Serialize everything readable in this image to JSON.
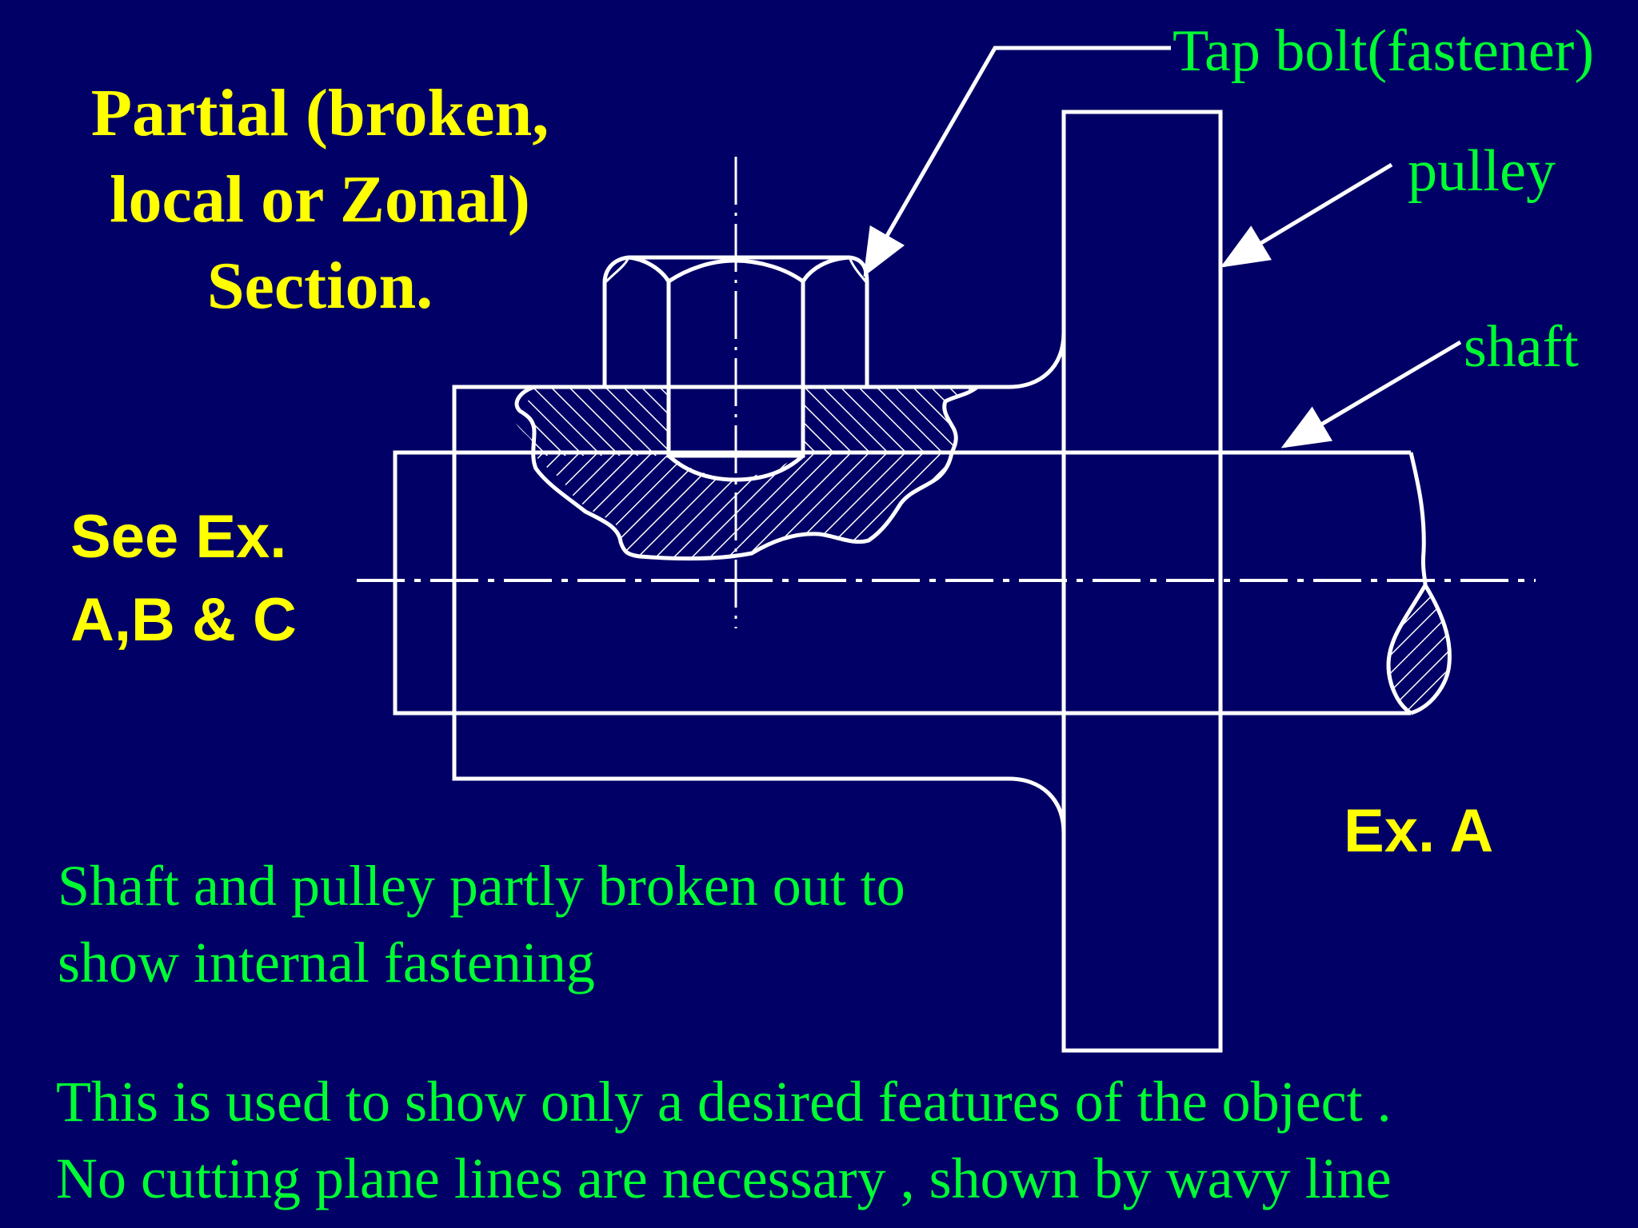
{
  "title": {
    "line1": "Partial (broken,",
    "line2": "local or Zonal)",
    "line3": "Section."
  },
  "reference": {
    "line1": "See Ex.",
    "line2": "A,B & C"
  },
  "labels": {
    "tap_bolt": "Tap bolt(fastener)",
    "pulley": "pulley",
    "shaft": "shaft"
  },
  "example_label": "Ex. A",
  "description": {
    "line1": "Shaft and pulley partly broken out to",
    "line2": "show internal fastening"
  },
  "note": {
    "line1": "This is used to show only a desired features of the object .",
    "line2": "No cutting plane lines are necessary , shown by wavy line"
  },
  "colors": {
    "background": "#000066",
    "title_text": "#ffff00",
    "label_text": "#00ff33",
    "line_work": "#ffffff"
  }
}
